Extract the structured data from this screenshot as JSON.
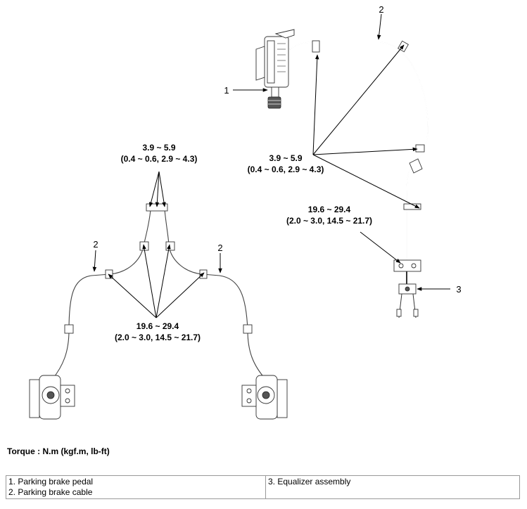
{
  "torque_groups": {
    "upper_left": {
      "value": "3.9 ~ 5.9",
      "alt": "(0.4 ~ 0.6, 2.9 ~ 4.3)"
    },
    "upper_right": {
      "value": "3.9 ~ 5.9",
      "alt": "(0.4 ~ 0.6, 2.9 ~ 4.3)"
    },
    "lower_left": {
      "value": "19.6 ~ 29.4",
      "alt": "(2.0 ~ 3.0, 14.5 ~ 21.7)"
    },
    "lower_right": {
      "value": "19.6 ~ 29.4",
      "alt": "(2.0 ~ 3.0, 14.5 ~ 21.7)"
    }
  },
  "callouts": {
    "pedal": "1",
    "cable_top": "2",
    "cable_left": "2",
    "cable_right": "2",
    "equalizer": "3"
  },
  "torque_unit_label": "Torque : N.m (kgf.m, lb-ft)",
  "legend": {
    "items": [
      "1. Parking brake pedal",
      "2. Parking brake cable",
      "3. Equalizer assembly"
    ]
  }
}
